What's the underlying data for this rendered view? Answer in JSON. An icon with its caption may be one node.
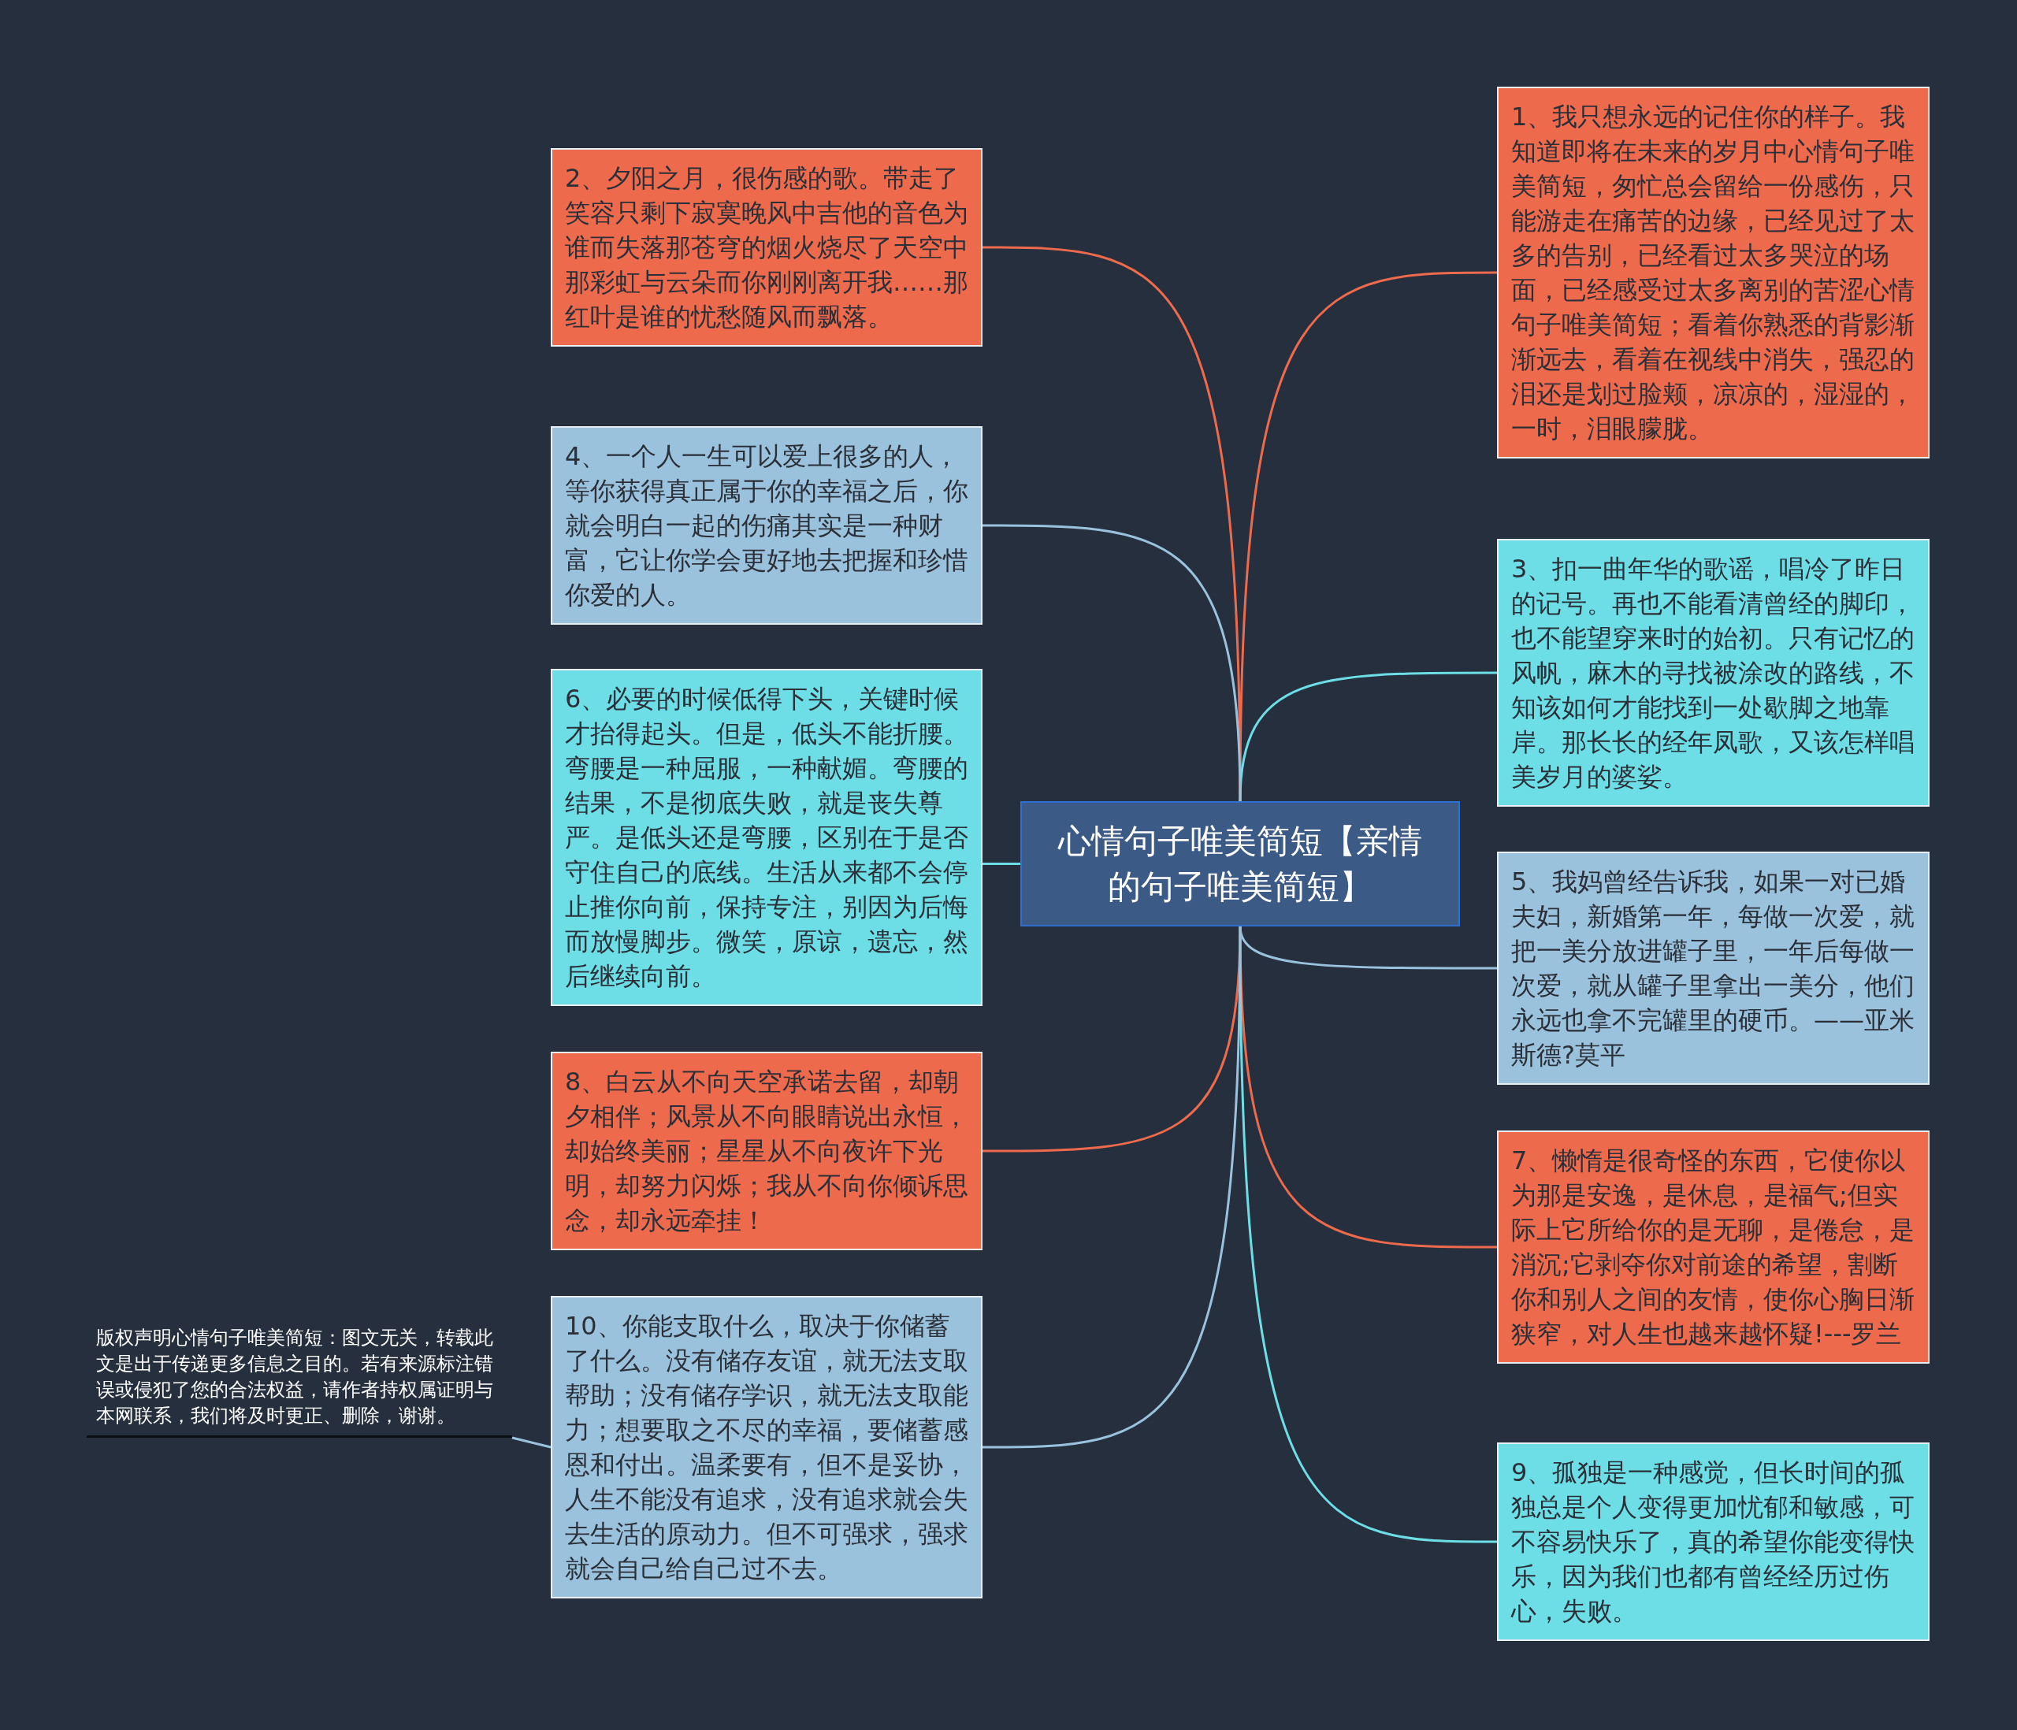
{
  "diagram": {
    "nodes": [
      {
        "text": [
          "心情句子唯美简短【亲情的句子唯美简短】"
        ]
      },
      {
        "text": [
          "1、我只想永远的记住你的样子。我知道即将在未来的岁月中心情句子唯美简短，匆忙总会留给一份感伤，只能游走在痛苦的边缘，已经见过了太多的告别，已经看过太多哭泣的场面，已经感受过太多离别的苦涩心情句子唯美简短；看着你熟悉的背影渐渐远去，看着在视线中消失，强忍的泪还是划过脸颊，凉凉的，湿湿的，一时，泪眼朦胧。"
        ]
      },
      {
        "text": [
          "2、夕阳之月，很伤感的歌。带走了笑容只剩下寂寞晚风中吉他的音色为谁而失落那苍穹的烟火烧尽了天空中那彩虹与云朵而你刚刚离开我……那红叶是谁的忧愁随风而飘落。"
        ]
      },
      {
        "text": [
          "3、扣一曲年华的歌谣，唱冷了昨日的记号。再也不能看清曾经的脚印，也不能望穿来时的始初。只有记忆的风帆，麻木的寻找被涂改的路线，不知该如何才能找到一处歇脚之地靠岸。那长长的经年凤歌，又该怎样唱美岁月的婆娑。"
        ]
      },
      {
        "text": [
          "4、一个人一生可以爱上很多的人，等你获得真正属于你的幸福之后，你就会明白一起的伤痛其实是一种财富，它让你学会更好地去把握和珍惜你爱的人。"
        ]
      },
      {
        "text": [
          "5、我妈曾经告诉我，如果一对已婚夫妇，新婚第一年，每做一次爱，就把一美分放进罐子里，一年后每做一次爱，就从罐子里拿出一美分，他们永远也拿不完罐里的硬币。——亚米斯德?莫平"
        ]
      },
      {
        "text": [
          "6、必要的时候低得下头，关键时候才抬得起头。但是，低头不能折腰。弯腰是一种屈服，一种献媚。弯腰的结果，不是彻底失败，就是丧失尊严。是低头还是弯腰，区别在于是否守住自己的底线。生活从来都不会停止推你向前，保持专注，别因为后悔而放慢脚步。微笑，原谅，遗忘，然后继续向前。"
        ]
      },
      {
        "text": [
          "7、懒惰是很奇怪的东西，它使你以为那是安逸，是休息，是福气;但实际上它所给你的是无聊，是倦怠，是消沉;它剥夺你对前途的希望，割断你和别人之间的友情，使你心胸日渐狭窄，对人生也越来越怀疑!---罗兰"
        ]
      },
      {
        "text": [
          "8、白云从不向天空承诺去留，却朝夕相伴；风景从不向眼睛说出永恒，却始终美丽；星星从不向夜许下光明，却努力闪烁；我从不向你倾诉思念，却永远牵挂！"
        ]
      },
      {
        "text": [
          "9、孤独是一种感觉，但长时间的孤独总是个人变得更加忧郁和敏感，可不容易快乐了，真的希望你能变得快乐，因为我们也都有曾经经历过伤心，失败。"
        ]
      },
      {
        "text": [
          "10、你能支取什么，取决于你储蓄了什么。没有储存友谊，就无法支取帮助；没有储存学识，就无法支取能力；想要取之不尽的幸福，要储蓄感恩和付出。温柔要有，但不是妥协，人生不能没有追求，没有追求就会失去生活的原动力。但不可强求，强求就会自己给自己过不去。"
        ]
      },
      {
        "text": [
          "版权声明心情句子唯美简短：图文无关，转载此文是出于传递更多信息之目的。若有来源标注错误或侵犯了您的合法权益，请作者持权属证明与本网联系，我们将及时更正、删除，谢谢。"
        ]
      }
    ],
    "edges": [
      {
        "from": 0,
        "to": 1,
        "arrow": "none",
        "color": "#ee6a4d"
      },
      {
        "from": 0,
        "to": 2,
        "arrow": "none",
        "color": "#ee6a4d"
      },
      {
        "from": 0,
        "to": 3,
        "arrow": "none",
        "color": "#6ddee6"
      },
      {
        "from": 0,
        "to": 4,
        "arrow": "none",
        "color": "#9bc2dc"
      },
      {
        "from": 0,
        "to": 5,
        "arrow": "none",
        "color": "#9bc2dc"
      },
      {
        "from": 0,
        "to": 6,
        "arrow": "none",
        "color": "#6ddee6"
      },
      {
        "from": 0,
        "to": 7,
        "arrow": "none",
        "color": "#ee6a4d"
      },
      {
        "from": 0,
        "to": 8,
        "arrow": "none",
        "color": "#ee6a4d"
      },
      {
        "from": 0,
        "to": 9,
        "arrow": "none",
        "color": "#6ddee6"
      },
      {
        "from": 0,
        "to": 10,
        "arrow": "none",
        "color": "#9bc2dc"
      },
      {
        "from": 10,
        "to": 11,
        "arrow": "none",
        "color": "#9bc2dc"
      }
    ]
  }
}
